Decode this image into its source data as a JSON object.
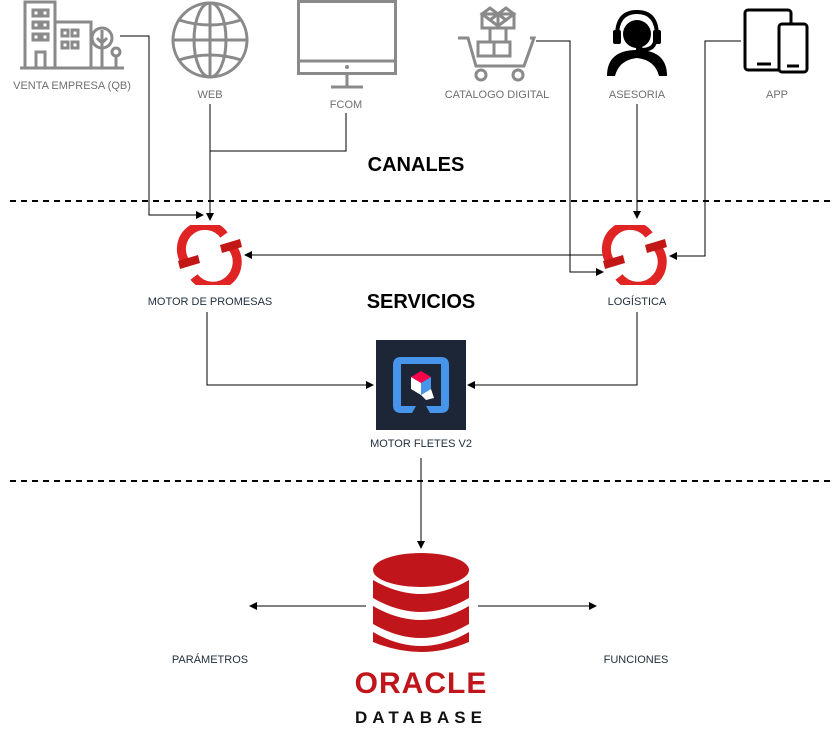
{
  "canales": {
    "title": "CANALES",
    "items": [
      {
        "id": "venta",
        "label": "VENTA EMPRESA (QB)",
        "icon": "building-icon"
      },
      {
        "id": "web",
        "label": "WEB",
        "icon": "globe-icon"
      },
      {
        "id": "fcom",
        "label": "FCOM",
        "icon": "monitor-icon"
      },
      {
        "id": "catalogo",
        "label": "CATALOGO DIGITAL",
        "icon": "shopping-cart-icon"
      },
      {
        "id": "asesoria",
        "label": "ASESORIA",
        "icon": "headset-agent-icon"
      },
      {
        "id": "app",
        "label": "APP",
        "icon": "mobile-devices-icon"
      }
    ]
  },
  "servicios": {
    "title": "SERVICIOS",
    "motor_promesas": {
      "label": "MOTOR DE PROMESAS",
      "icon": "openshift-icon"
    },
    "logistica": {
      "label": "LOGÍSTICA",
      "icon": "openshift-icon"
    },
    "motor_fletes": {
      "label": "MOTOR FLETES V2",
      "icon": "quarkus-icon"
    }
  },
  "database": {
    "brand": "ORACLE",
    "product": "DATABASE",
    "icon": "database-cylinder-icon",
    "left_label": "PARÁMETROS",
    "right_label": "FUNCIONES"
  },
  "colors": {
    "icon_grey": "#8a8a8a",
    "openshift_red": "#e02424",
    "db_red": "#c0161b",
    "quarkus_bg": "#1c2636",
    "quarkus_blue": "#4695eb"
  }
}
